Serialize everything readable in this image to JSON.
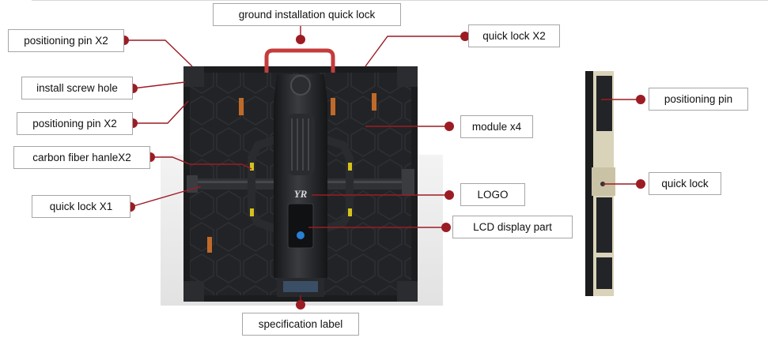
{
  "callouts": {
    "ground_quick_lock": "ground installation quick lock",
    "positioning_pin_x2_top": "positioning pin X2",
    "quick_lock_x2": "quick lock X2",
    "install_screw_hole": "install screw hole",
    "positioning_pin_x2_mid": "positioning pin X2",
    "module_x4": "module x4",
    "carbon_fiber_handle": "carbon fiber hanleX2",
    "logo": "LOGO",
    "quick_lock_x1": "quick lock X1",
    "lcd_display": "LCD display part",
    "spec_label": "specification label",
    "side_positioning_pin": "positioning pin",
    "side_quick_lock": "quick lock"
  },
  "panel": {
    "brand_logo_text": "YR"
  },
  "colors": {
    "leader_line": "#9c1c24",
    "label_border": "#a6a6a6",
    "cabinet": "#1b1c1e",
    "side_frame": "#d9d3ba",
    "handle_accent": "#d6c21a",
    "module_accent": "#c06a2a",
    "ground_handle": "#c43c3c",
    "lcd_indicator": "#2a7fd4"
  }
}
